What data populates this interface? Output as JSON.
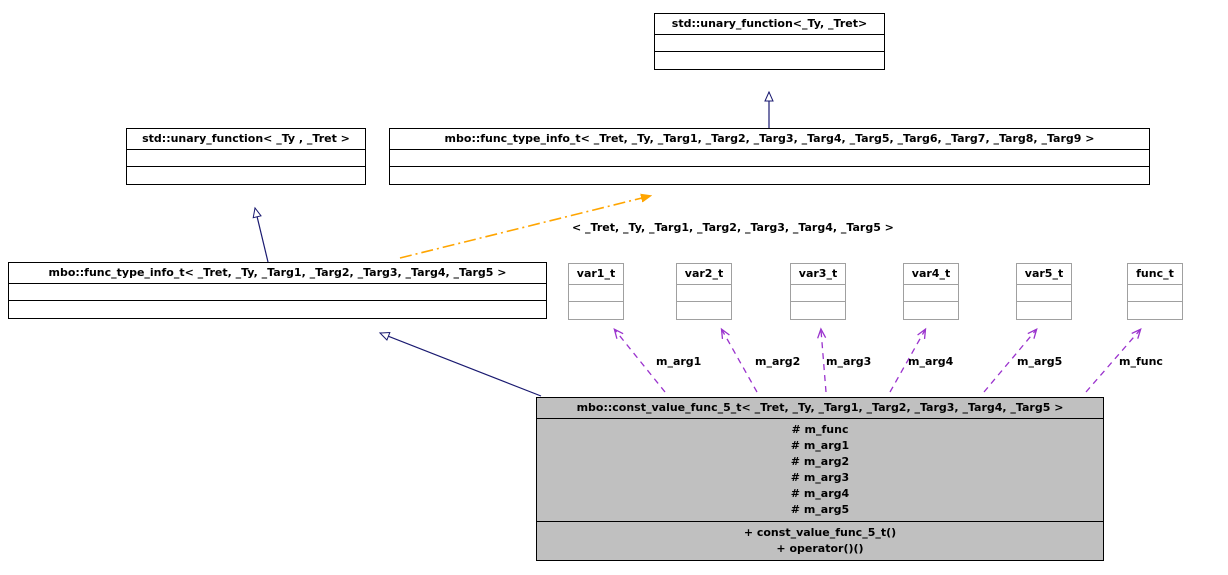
{
  "diagram": {
    "title": "UML collaboration diagram for mbo::const_value_func_5_t",
    "background": "#ffffff",
    "colors": {
      "box_border": "#000000",
      "box_border_light": "#a0a0a0",
      "box_fill": "#ffffff",
      "box_fill_gray": "#c0c0c0",
      "inheritance_edge": "#191970",
      "template_edge": "#ffa500",
      "usage_edge": "#9a32cd",
      "text": "#000000"
    },
    "classes": [
      {
        "id": "std-unary-function-top",
        "name": "std::unary_function<_Ty, _Tret>",
        "attributes": [],
        "operations": [],
        "filled": false,
        "light_border": false
      },
      {
        "id": "std-unary-function-left",
        "name": "std::unary_function< _Ty , _Tret >",
        "attributes": [],
        "operations": [],
        "filled": false,
        "light_border": false
      },
      {
        "id": "func-type-info-9",
        "name": "mbo::func_type_info_t< _Tret, _Ty, _Targ1, _Targ2, _Targ3, _Targ4, _Targ5, _Targ6, _Targ7, _Targ8, _Targ9 >",
        "attributes": [],
        "operations": [],
        "filled": false,
        "light_border": false
      },
      {
        "id": "func-type-info-5",
        "name": "mbo::func_type_info_t< _Tret, _Ty, _Targ1, _Targ2, _Targ3, _Targ4, _Targ5 >",
        "attributes": [],
        "operations": [],
        "filled": false,
        "light_border": false
      },
      {
        "id": "var1-t",
        "name": "var1_t",
        "attributes": [],
        "operations": [],
        "filled": false,
        "light_border": true
      },
      {
        "id": "var2-t",
        "name": "var2_t",
        "attributes": [],
        "operations": [],
        "filled": false,
        "light_border": true
      },
      {
        "id": "var3-t",
        "name": "var3_t",
        "attributes": [],
        "operations": [],
        "filled": false,
        "light_border": true
      },
      {
        "id": "var4-t",
        "name": "var4_t",
        "attributes": [],
        "operations": [],
        "filled": false,
        "light_border": true
      },
      {
        "id": "var5-t",
        "name": "var5_t",
        "attributes": [],
        "operations": [],
        "filled": false,
        "light_border": true
      },
      {
        "id": "func-t",
        "name": "func_t",
        "attributes": [],
        "operations": [],
        "filled": false,
        "light_border": true
      },
      {
        "id": "const-value-func-5-t",
        "name": "mbo::const_value_func_5_t< _Tret, _Ty, _Targ1, _Targ2, _Targ3, _Targ4, _Targ5 >",
        "attributes": [
          "# m_func",
          "# m_arg1",
          "# m_arg2",
          "# m_arg3",
          "# m_arg4",
          "# m_arg5"
        ],
        "operations": [
          "+ const_value_func_5_t()",
          "+ operator()()"
        ],
        "filled": true,
        "light_border": false
      }
    ],
    "edge_labels": [
      {
        "id": "template-binding",
        "text": "< _Tret, _Ty, _Targ1, _Targ2, _Targ3, _Targ4, _Targ5 >"
      },
      {
        "id": "m-arg1",
        "text": "m_arg1"
      },
      {
        "id": "m-arg2",
        "text": "m_arg2"
      },
      {
        "id": "m-arg3",
        "text": "m_arg3"
      },
      {
        "id": "m-arg4",
        "text": "m_arg4"
      },
      {
        "id": "m-arg5",
        "text": "m_arg5"
      },
      {
        "id": "m-func",
        "text": "m_func"
      }
    ],
    "edges": [
      {
        "from": "func-type-info-9",
        "to": "std-unary-function-top",
        "kind": "inheritance"
      },
      {
        "from": "func-type-info-5",
        "to": "std-unary-function-left",
        "kind": "inheritance"
      },
      {
        "from": "const-value-func-5-t",
        "to": "func-type-info-5",
        "kind": "inheritance"
      },
      {
        "from": "func-type-info-5",
        "to": "func-type-info-9",
        "kind": "template-binding",
        "label": "< _Tret, _Ty, _Targ1, _Targ2, _Targ3, _Targ4, _Targ5 >"
      },
      {
        "from": "const-value-func-5-t",
        "to": "var1-t",
        "kind": "usage",
        "label": "m_arg1"
      },
      {
        "from": "const-value-func-5-t",
        "to": "var2-t",
        "kind": "usage",
        "label": "m_arg2"
      },
      {
        "from": "const-value-func-5-t",
        "to": "var3-t",
        "kind": "usage",
        "label": "m_arg3"
      },
      {
        "from": "const-value-func-5-t",
        "to": "var4-t",
        "kind": "usage",
        "label": "m_arg4"
      },
      {
        "from": "const-value-func-5-t",
        "to": "var5-t",
        "kind": "usage",
        "label": "m_arg5"
      },
      {
        "from": "const-value-func-5-t",
        "to": "func-t",
        "kind": "usage",
        "label": "m_func"
      }
    ]
  }
}
